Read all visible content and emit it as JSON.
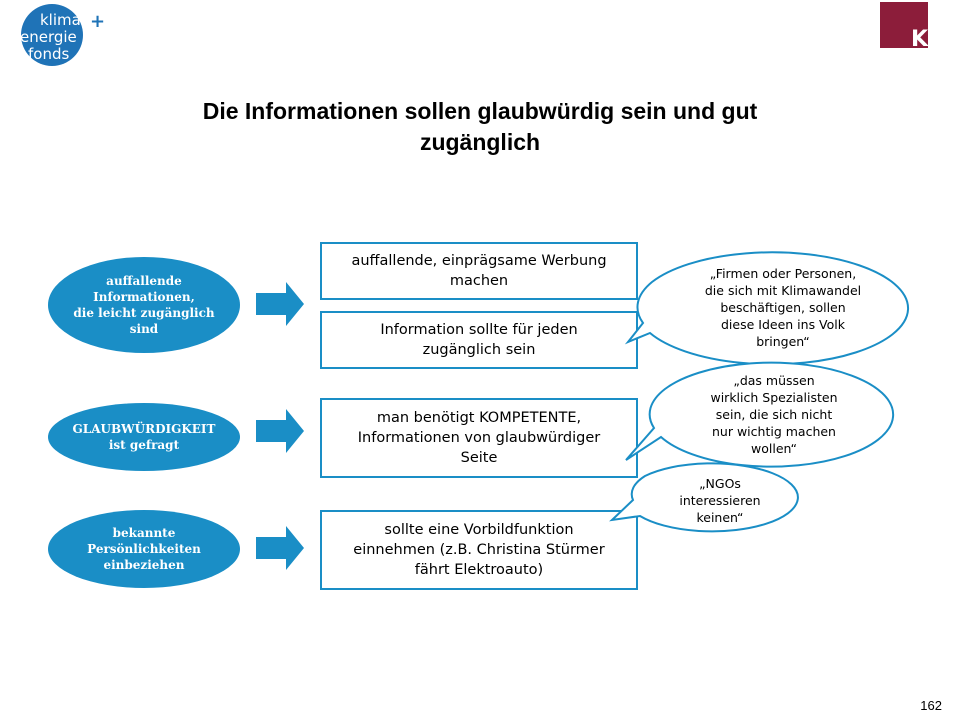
{
  "header": {
    "logo_left_lines": [
      "klima",
      "energie",
      "fonds"
    ],
    "logo_left_plus": "+",
    "logo_right_letter": "K",
    "title_line1": "Die Informationen sollen glaubwürdig sein und gut",
    "title_line2": "zugänglich"
  },
  "categories": [
    {
      "label": "auffallende\nInformationen,\ndie leicht zugänglich\nsind"
    },
    {
      "label": "GLAUBWÜRDIGKEIT\nist gefragt"
    },
    {
      "label": "bekannte\nPersönlichkeiten\neinbeziehen"
    }
  ],
  "statements": [
    {
      "text": "auffallende, einprägsame Werbung\nmachen"
    },
    {
      "text": "Information sollte für jeden\nzugänglich sein"
    },
    {
      "text": "man benötigt KOMPETENTE,\nInformationen von glaubwürdiger\nSeite"
    },
    {
      "text": "sollte eine Vorbildfunktion\neinnehmen (z.B. Christina Stürmer\nfährt Elektroauto)"
    }
  ],
  "quotes": [
    {
      "text": "„Firmen oder Personen,\ndie sich mit Klimawandel\nbeschäftigen, sollen\ndiese Ideen ins Volk\nbringen“"
    },
    {
      "text": "„das müssen\nwirklich Spezialisten\nsein, die sich nicht\nnur wichtig machen\nwollen“"
    },
    {
      "text": "„NGOs\ninteressieren\nkeinen“"
    }
  ],
  "colors": {
    "accent": "#1a8ec6",
    "logo_blue": "#1f73b7",
    "logo_maroon": "#8c1d3a"
  },
  "page_number": "162"
}
